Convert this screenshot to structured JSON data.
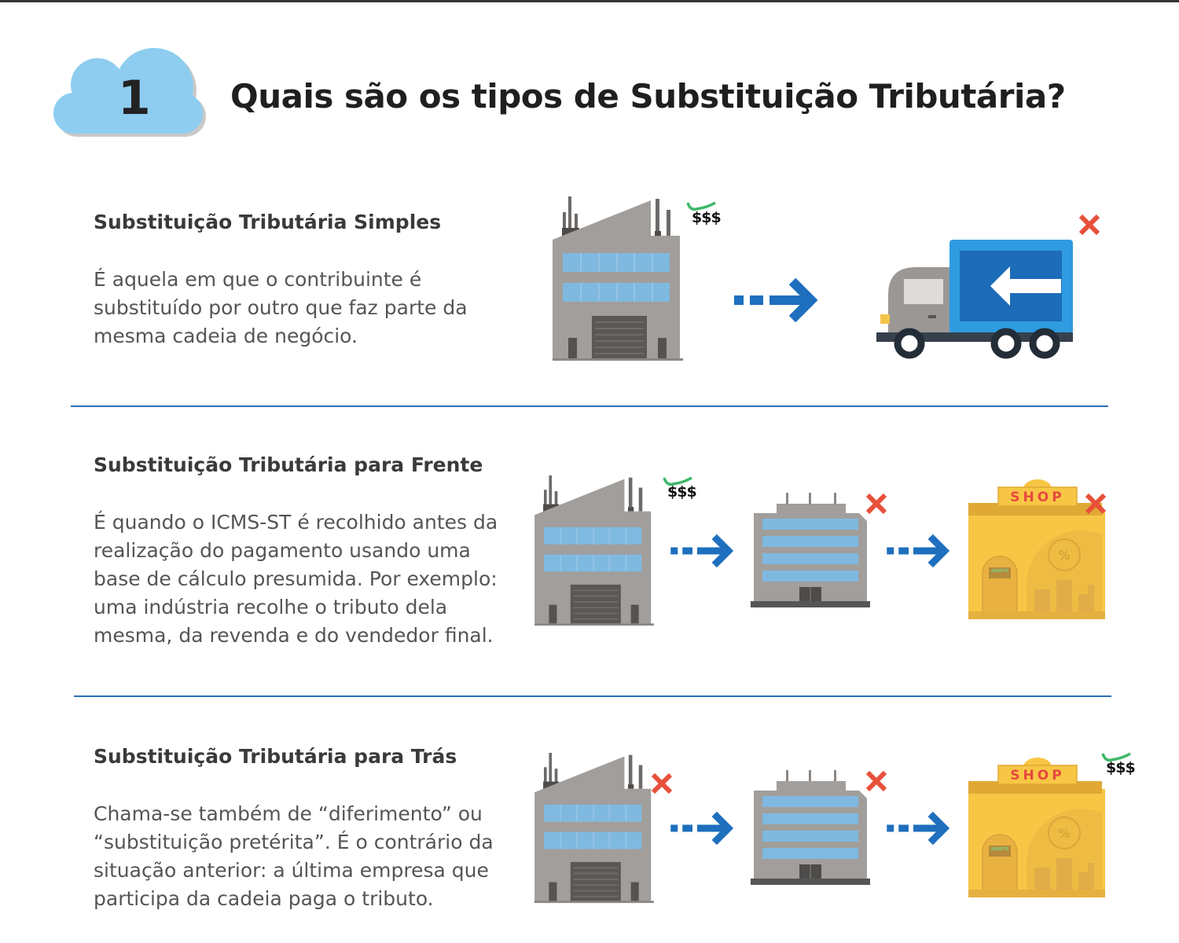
{
  "header": {
    "number": "1",
    "title": "Quais são os tipos de Substituição Tributária?"
  },
  "sections": [
    {
      "heading": "Substituição Tributária Simples",
      "body": "É aquela em que o contribuinte é\nsubstituído por outro que faz parte da\nmesma cadeia de negócio."
    },
    {
      "heading": "Substituição Tributária para Frente",
      "body": "É quando o ICMS-ST é recolhido antes da\nrealização do pagamento usando uma\nbase de cálculo presumida. Por exemplo:\numa indústria recolhe o tributo dela\nmesma, da revenda e do vendedor final."
    },
    {
      "heading": "Substituição Tributária para Trás",
      "body": "Chama-se também de “diferimento” ou\n“substituição pretérita”. É o contrário da\nsituação anterior: a última empresa que\nparticipa da cadeia paga o tributo."
    }
  ],
  "icons": {
    "money": "$$$",
    "shop_sign": "SHOP",
    "door_sign": "ABERTO"
  },
  "colors": {
    "accent": "#2a70b8",
    "cloud": "#8ecdf0",
    "check": "#3fb86a",
    "cross": "#e8503a",
    "shop": "#f8c645"
  }
}
